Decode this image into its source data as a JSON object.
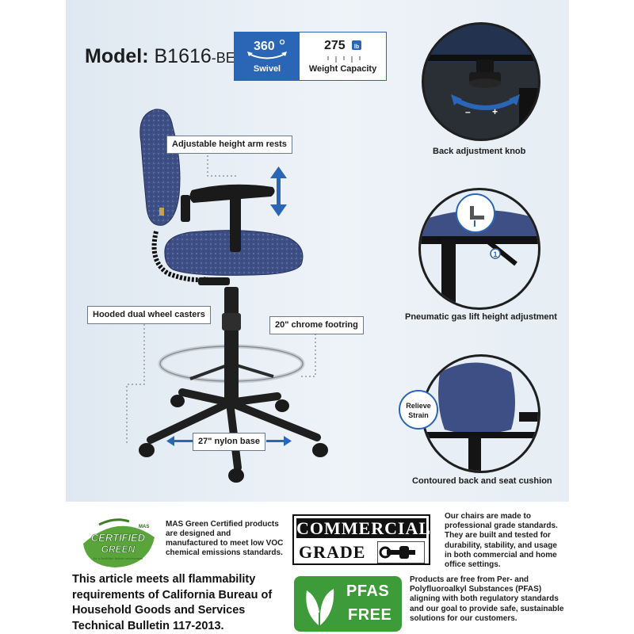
{
  "model": {
    "label": "Model:",
    "number": "B1616",
    "suffix": "-BE"
  },
  "specs": {
    "swivel": {
      "value": "360",
      "label": "Swivel",
      "icon": "swivel-arrows-icon"
    },
    "capacity": {
      "value": "275",
      "label": "Weight Capacity",
      "icon": "weight-lb-icon",
      "unit": "lb"
    }
  },
  "callouts": {
    "arm_rests": "Adjustable height arm rests",
    "casters": "Hooded dual wheel casters",
    "footring": "20\" chrome footring",
    "base": "27\" nylon base"
  },
  "features": {
    "back_knob": {
      "caption": "Back adjustment knob",
      "minus": "–",
      "plus": "+"
    },
    "gas_lift": {
      "caption": "Pneumatic gas lift height adjustment",
      "marker": "1"
    },
    "cushion": {
      "caption": "Contoured back and seat cushion",
      "badge_line1": "Relieve",
      "badge_line2": "Strain"
    }
  },
  "certifications": {
    "mas": {
      "logo_small": "MAS",
      "logo_line1": "CERTIFIED",
      "logo_line2": "GREEN",
      "logo_tag": "for a healthier indoor environment",
      "text": "MAS Green Certified products are designed and manufactured to meet low VOC chemical emissions standards."
    },
    "commercial": {
      "logo_line1": "COMMERCIAL",
      "logo_line2": "GRADE",
      "text": "Our chairs are made to professional grade standards. They are built and tested for durability, stability, and usage in both commercial and home office settings."
    },
    "flammability": {
      "text": "This article meets all flammability requirements of California Bureau of Household Goods and Services Technical Bulletin 117-2013."
    },
    "pfas": {
      "logo_line1": "PFAS",
      "logo_line2": "FREE",
      "text": "Products are free from Per- and Polyfluoroalkyl Substances (PFAS) aligning with both regulatory standards and our goal to provide safe, sustainable solutions for our customers."
    }
  },
  "colors": {
    "accent_blue": "#2a66b5",
    "fabric_blue": "#3d4f84",
    "pfas_green": "#3e9b3a",
    "mas_green": "#5aa43c"
  }
}
